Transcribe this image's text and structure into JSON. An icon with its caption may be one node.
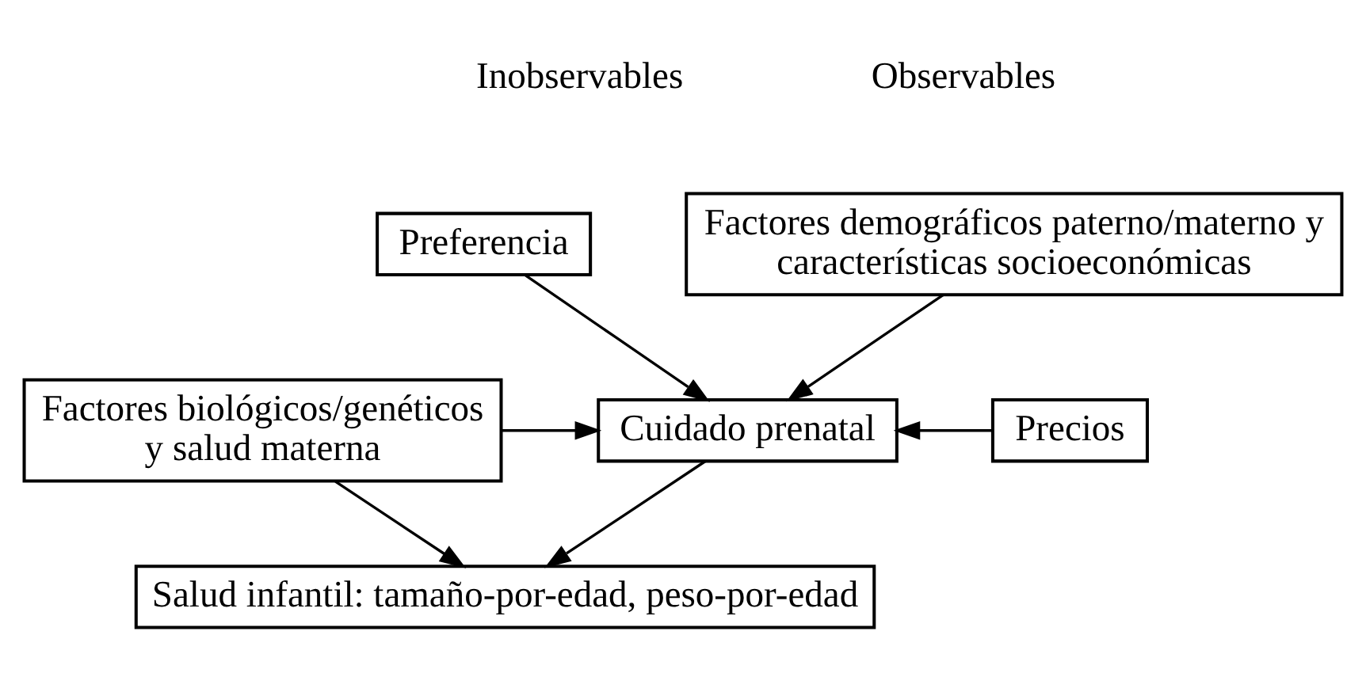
{
  "diagram": {
    "nodes": [
      {
        "text": [
          "Preferencia"
        ]
      },
      {
        "text": [
          "Factores demográficos paterno/materno y características socioeconómicas"
        ]
      },
      {
        "text": [
          "Factores biológicos/genéticos y salud materna"
        ]
      },
      {
        "text": [
          "Cuidado prenatal"
        ]
      },
      {
        "text": [
          "Precios"
        ]
      },
      {
        "text": [
          "Salud infantil: tamaño-por-edad, peso-por-edad"
        ]
      }
    ],
    "edges": [
      {
        "from": 0,
        "to": 3,
        "arrow": "to"
      },
      {
        "from": 1,
        "to": 3,
        "arrow": "to"
      },
      {
        "from": 2,
        "to": 3,
        "arrow": "to"
      },
      {
        "from": 4,
        "to": 3,
        "arrow": "to"
      },
      {
        "from": 3,
        "to": 5,
        "arrow": "to"
      },
      {
        "from": 2,
        "to": 5,
        "arrow": "to"
      }
    ],
    "labels": [
      "Inobservables",
      "Observables"
    ]
  }
}
